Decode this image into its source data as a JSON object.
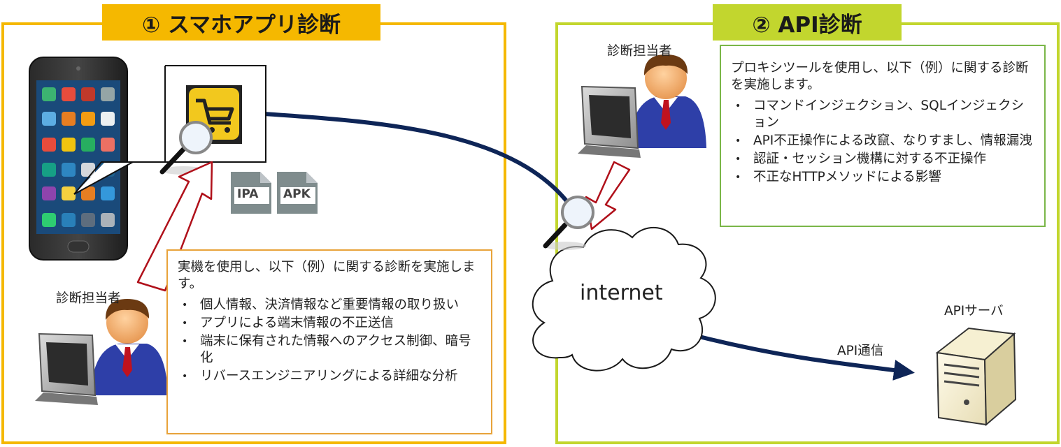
{
  "left_section": {
    "title": "① スマホアプリ診断",
    "tester_label": "診断担当者",
    "ipa_label": "IPA",
    "apk_label": "APK",
    "description": {
      "intro": "実機を使用し、以下（例）に関する診断を実施します。",
      "items": [
        "個人情報、決済情報など重要情報の取り扱い",
        "アプリによる端末情報の不正送信",
        "端末に保有された情報へのアクセス制御、暗号化",
        "リバースエンジニアリングによる詳細な分析"
      ]
    }
  },
  "right_section": {
    "title": "② API診断",
    "tester_label": "診断担当者",
    "description": {
      "intro": "プロキシツールを使用し、以下（例）に関する診断を実施します。",
      "items": [
        "コマンドインジェクション、SQLインジェクション",
        "API不正操作による改竄、なりすまし、情報漏洩",
        "認証・セッション機構に対する不正操作",
        "不正なHTTPメソッドによる影響"
      ]
    }
  },
  "network": {
    "cloud_label": "internet",
    "api_comm_label": "API通信",
    "server_label": "APIサーバ"
  },
  "colors": {
    "left_accent": "#F5B800",
    "right_accent": "#C2D62E",
    "connector": "#0E2557",
    "arrow_outline": "#B0101A"
  },
  "icons": [
    "smartphone-icon",
    "shopping-cart-app-icon",
    "magnifier-icon",
    "file-ipa-icon",
    "file-apk-icon",
    "tester-icon",
    "cloud-icon",
    "server-icon"
  ]
}
